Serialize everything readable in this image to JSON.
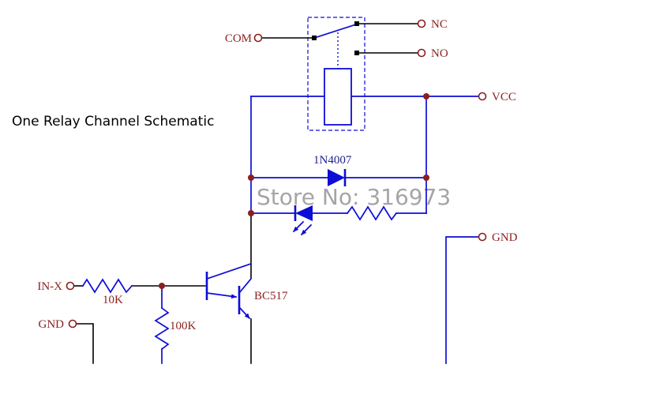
{
  "title": "One Relay Channel Schematic",
  "watermark": "Store No: 316973",
  "colors": {
    "wire_blue": "#0d0dd6",
    "label_maroon": "#8a1f1f",
    "component_navy": "#20208e",
    "wire_black": "#000000",
    "watermark_gray": "#9c9c9c"
  },
  "labels": {
    "com": "COM",
    "nc": "NC",
    "no": "NO",
    "vcc": "VCC",
    "gnd_right": "GND",
    "gnd_left": "GND",
    "in_x": "IN-X",
    "resistor_input": "10K",
    "resistor_pulldown": "100K",
    "diode": "1N4007",
    "transistor": "BC517"
  }
}
